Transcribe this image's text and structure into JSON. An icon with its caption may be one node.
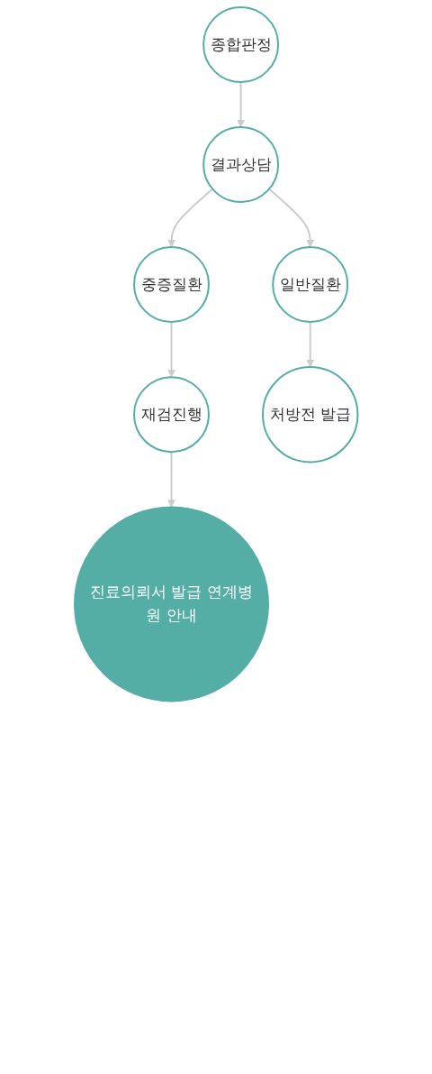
{
  "diagram": {
    "nodes": [
      {
        "text": [
          "종합판정"
        ]
      },
      {
        "text": [
          "결과상담"
        ]
      },
      {
        "text": [
          "중증질환"
        ]
      },
      {
        "text": [
          "일반질환"
        ]
      },
      {
        "text": [
          "재검진행"
        ]
      },
      {
        "text": [
          "처방전 발급"
        ]
      },
      {
        "text": [
          "진료의뢰서 발급 연계병원 안내"
        ]
      }
    ],
    "edges": [
      {
        "from": 0,
        "to": 1,
        "arrow": "to"
      },
      {
        "from": 1,
        "to": 2,
        "arrow": "to"
      },
      {
        "from": 1,
        "to": 3,
        "arrow": "to"
      },
      {
        "from": 2,
        "to": 4,
        "arrow": "to"
      },
      {
        "from": 3,
        "to": 5,
        "arrow": "to"
      },
      {
        "from": 4,
        "to": 6,
        "arrow": "to"
      }
    ]
  }
}
